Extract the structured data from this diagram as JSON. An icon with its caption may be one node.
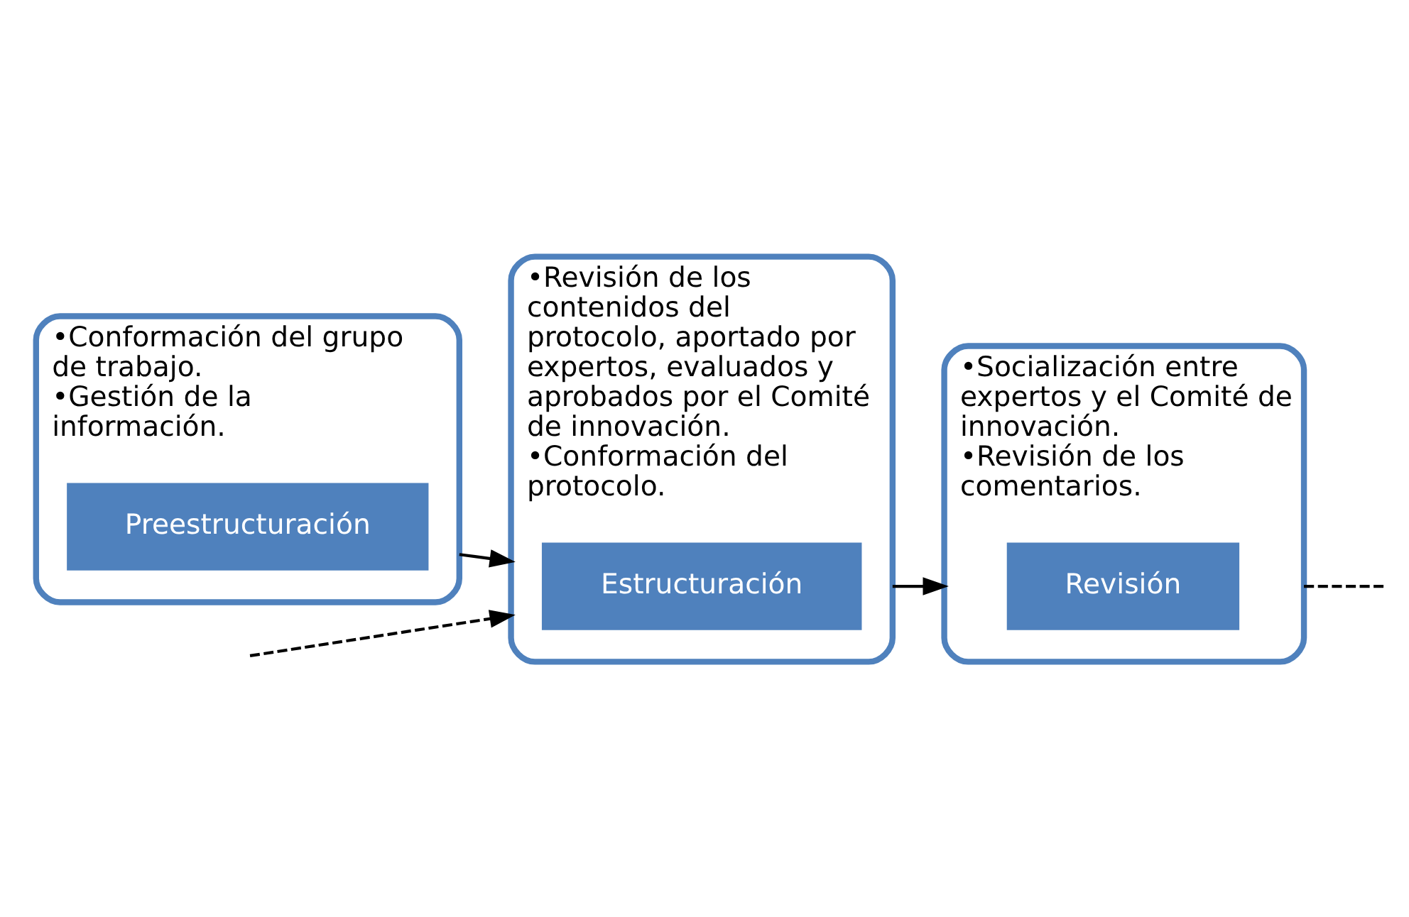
{
  "diagram": {
    "nodes": [
      {
        "text": [
          "•Conformación del grupo de trabajo.",
          "•Gestión de la información."
        ]
      },
      {
        "text": [
          "Preestructuración"
        ],
        "in": 0
      },
      {
        "text": [
          "•Revisión de los contenidos del protocolo, aportado por expertos, evaluados y aprobados por el Comité de innovación.",
          "•Conformación del protocolo."
        ]
      },
      {
        "text": [
          "Estructuración"
        ],
        "in": 2
      },
      {
        "text": [
          "•Socialización entre expertos y el Comité de innovación.",
          "•Revisión de los comentarios."
        ]
      },
      {
        "text": [
          "Revisión"
        ],
        "in": 4
      }
    ],
    "edges": [
      {
        "from": 0,
        "to": 2,
        "arrow": "to"
      },
      {
        "from": 2,
        "to": 4,
        "arrow": "to"
      },
      {
        "from": null,
        "to": 2,
        "arrow": "to",
        "style": "dashed"
      },
      {
        "from": 4,
        "to": null,
        "arrow": "none",
        "style": "dashed"
      }
    ]
  }
}
